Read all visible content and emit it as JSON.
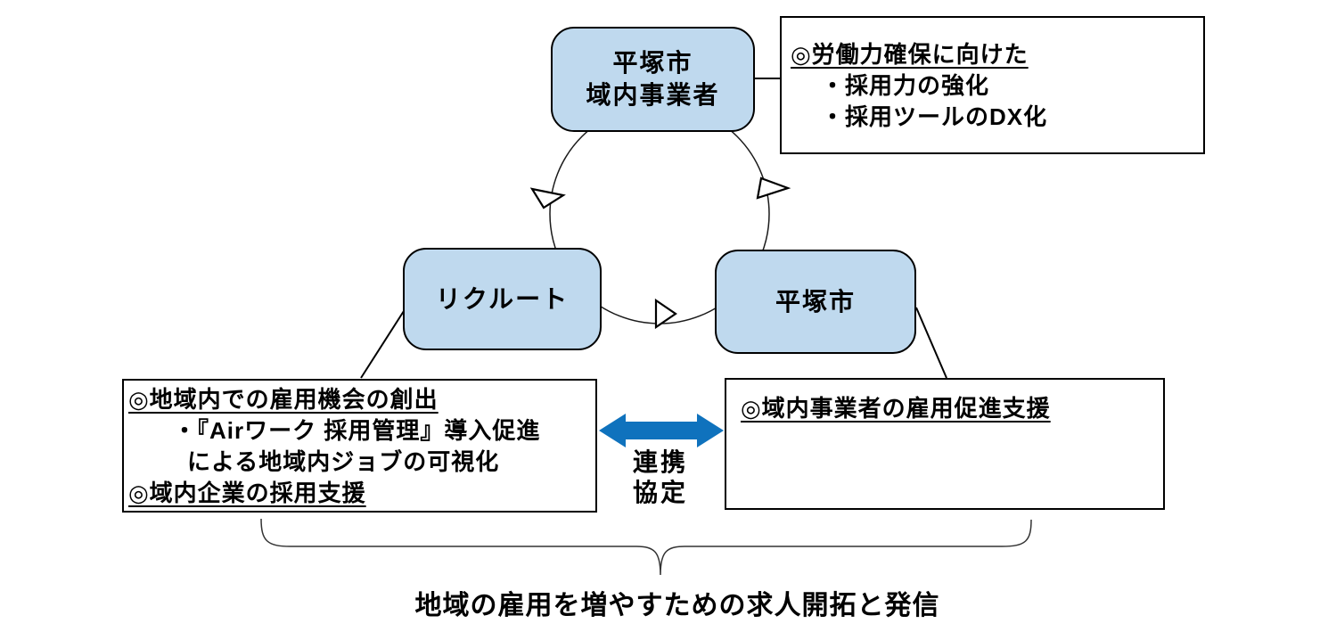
{
  "diagram": {
    "nodes": {
      "business": {
        "line1": "平塚市",
        "line2": "域内事業者"
      },
      "recruit": {
        "label": "リクルート"
      },
      "city": {
        "label": "平塚市"
      }
    },
    "callouts": {
      "business_note": {
        "heading": "◎労働力確保に向けた",
        "items": [
          "・採用力の強化",
          "・採用ツールのDX化"
        ]
      },
      "recruit_note": {
        "heading1": "◎地域内での雇用機会の創出",
        "bullet_line1": "・『Airワーク 採用管理』導入促進",
        "bullet_line2": "による地域内ジョブの可視化",
        "heading2": "◎域内企業の採用支援"
      },
      "city_note": {
        "heading": "◎域内事業者の雇用促進支援"
      }
    },
    "partnership_label": {
      "line1": "連携",
      "line2": "協定"
    },
    "caption": "地域の雇用を増やすための求人開拓と発信",
    "colors": {
      "node_fill": "#bfd9ee",
      "node_border": "#000000",
      "arrow_blue": "#0f72bd"
    }
  }
}
